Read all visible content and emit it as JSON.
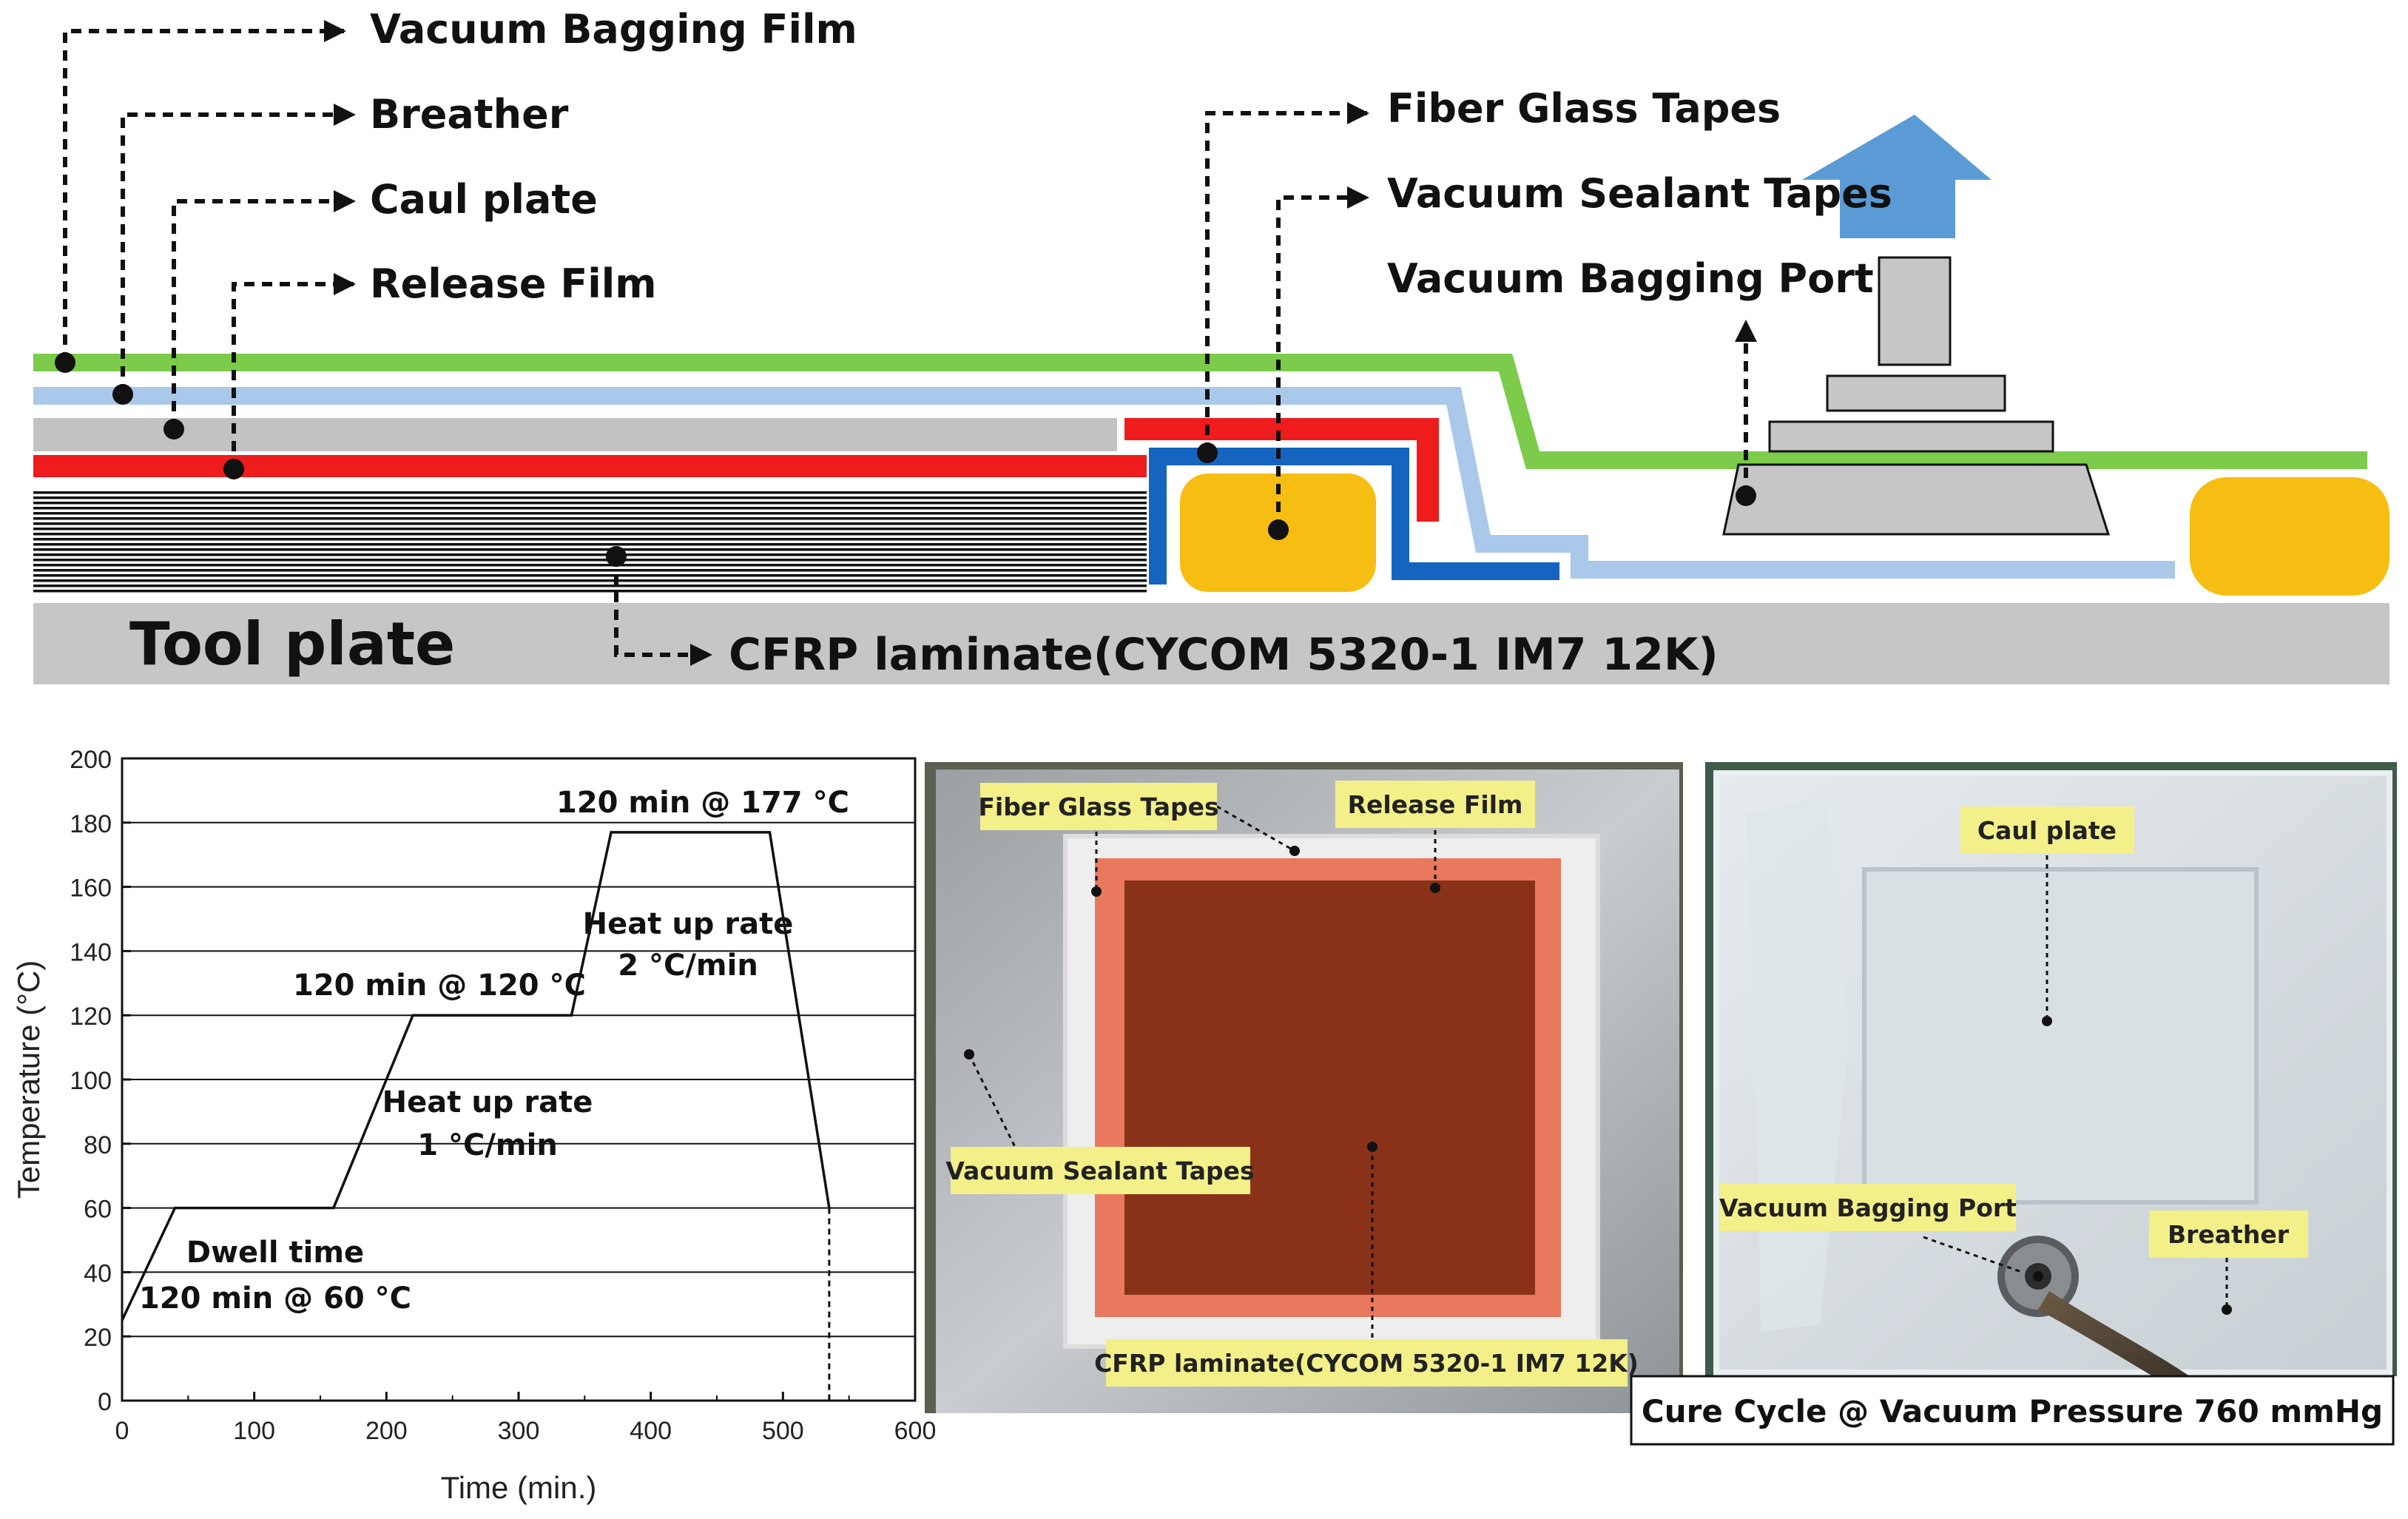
{
  "diagram": {
    "labels": {
      "vacuum_bagging_film": "Vacuum Bagging Film",
      "breather": "Breather",
      "caul_plate": "Caul plate",
      "release_film": "Release Film",
      "fiber_glass_tapes": "Fiber Glass Tapes",
      "vacuum_sealant_tapes": "Vacuum Sealant Tapes",
      "vacuum_bagging_port": "Vacuum Bagging Port",
      "tool_plate": "Tool plate",
      "cfrp_laminate": "CFRP laminate(CYCOM 5320-1 IM7 12K)"
    },
    "colors": {
      "bagging_film": "#7ccb4a",
      "breather": "#a9c8ea",
      "caul_plate": "#c2c2c2",
      "release_film": "#ee1c1c",
      "fiber_glass": "#1565c0",
      "sealant": "#f6be12",
      "vacuum_arrow": "#5b9bd5",
      "tool_plate": "#c6c6c6"
    }
  },
  "chart_data": {
    "type": "line",
    "xlabel": "Time (min.)",
    "ylabel": "Temperature (°C)",
    "xlim": [
      0,
      600
    ],
    "ylim": [
      0,
      200
    ],
    "xticks": [
      0,
      100,
      200,
      300,
      400,
      500,
      600
    ],
    "yticks": [
      0,
      20,
      40,
      60,
      80,
      100,
      120,
      140,
      160,
      180,
      200
    ],
    "grid": "horizontal",
    "series": [
      {
        "points": [
          [
            0,
            25
          ],
          [
            40,
            60
          ],
          [
            160,
            60
          ],
          [
            220,
            120
          ],
          [
            340,
            120
          ],
          [
            370,
            177
          ],
          [
            490,
            177
          ],
          [
            535,
            60
          ]
        ]
      }
    ],
    "dashed_drop": [
      [
        535,
        60
      ],
      [
        535,
        0
      ]
    ],
    "annotations": {
      "hold_177": "120 min @ 177 °C",
      "hold_120": "120 min @ 120 °C",
      "heat_rate_2_a": "Heat up rate",
      "heat_rate_2_b": "2 °C/min",
      "heat_rate_1_a": "Heat up rate",
      "heat_rate_1_b": "1 °C/min",
      "dwell_a": "Dwell time",
      "dwell_b": "120 min @ 60 °C"
    }
  },
  "photo_left": {
    "labels": {
      "fiber_glass_tapes": "Fiber Glass Tapes",
      "release_film": "Release Film",
      "vacuum_sealant_tapes": "Vacuum Sealant Tapes",
      "cfrp_laminate": "CFRP laminate(CYCOM 5320-1 IM7 12K)"
    }
  },
  "photo_right": {
    "labels": {
      "caul_plate": "Caul plate",
      "vacuum_bagging_port": "Vacuum Bagging Port",
      "breather": "Breather"
    }
  },
  "caption": "Cure Cycle @ Vacuum Pressure 760 mmHg"
}
